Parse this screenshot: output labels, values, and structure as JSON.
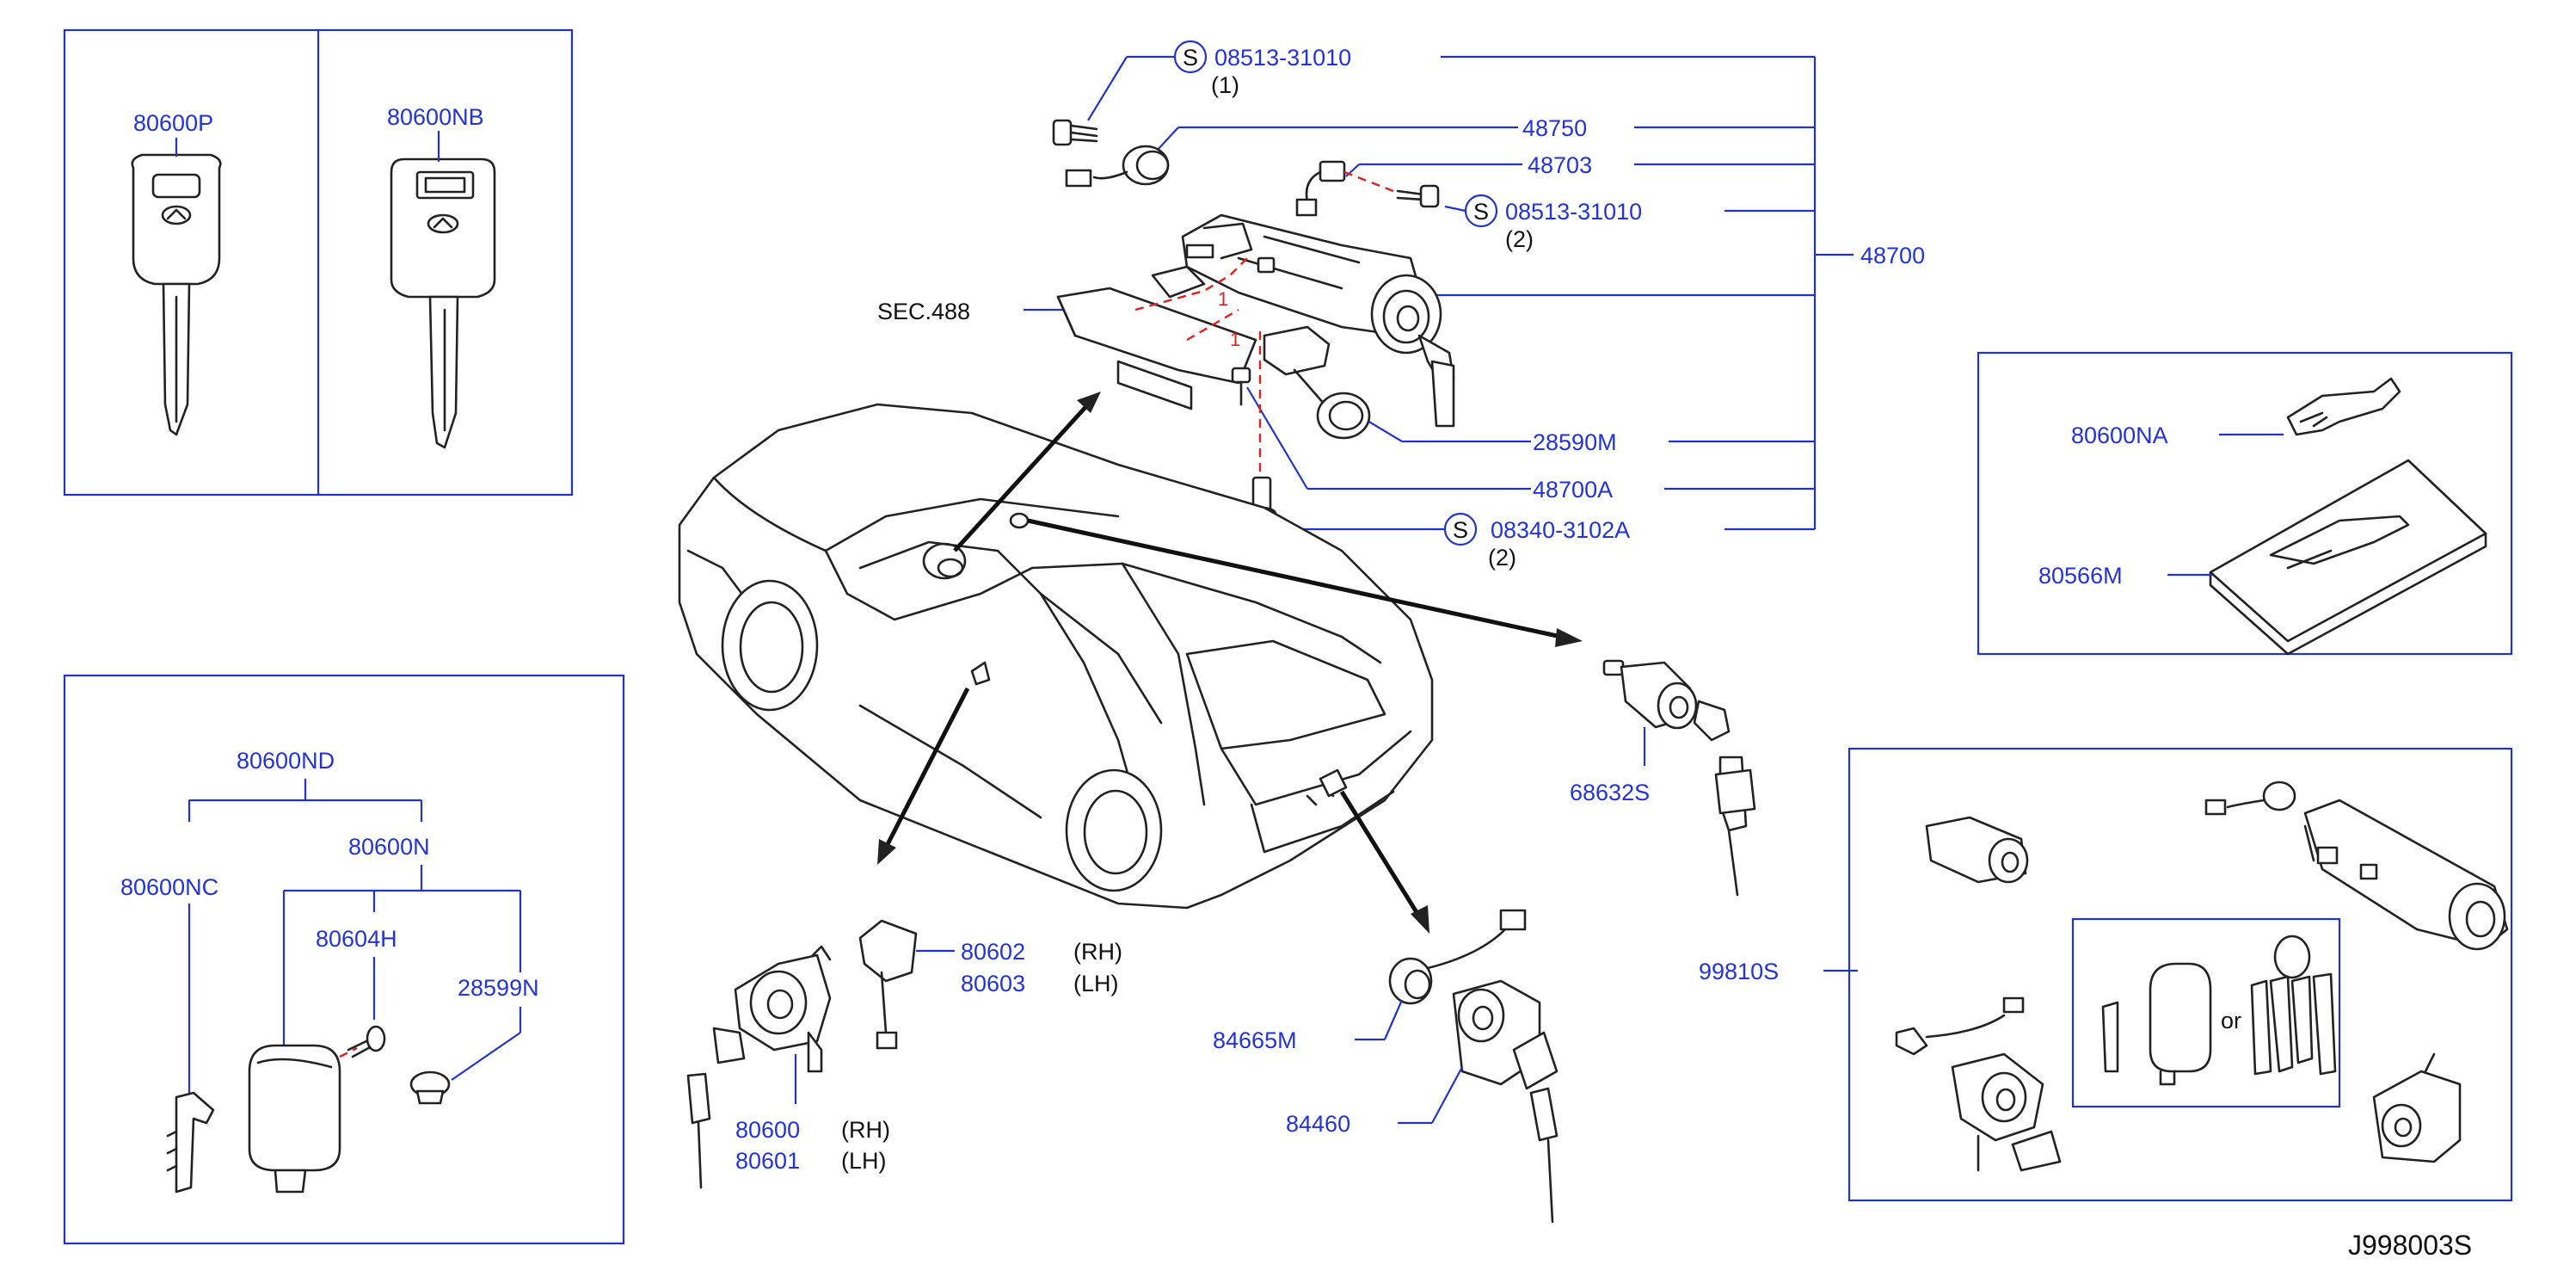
{
  "diagram_id": "J998003S",
  "colors": {
    "part_number": "#2233dd",
    "leader": "#2233cc",
    "line_art": "#222222",
    "dashed": "#dd2222"
  },
  "callouts": {
    "c_80600p": "80600P",
    "c_80600nb": "80600NB",
    "c_08513_a": "08513-31010",
    "c_08513_a_qty": "(1)",
    "c_48750": "48750",
    "c_48703": "48703",
    "c_08513_b": "08513-31010",
    "c_08513_b_qty": "(2)",
    "c_48700": "48700",
    "c_sec488": "SEC.488",
    "c_28590m": "28590M",
    "c_48700a": "48700A",
    "c_08340": "08340-3102A",
    "c_08340_qty": "(2)",
    "c_80600na": "80600NA",
    "c_80566m": "80566M",
    "c_80600nd": "80600ND",
    "c_80600nc": "80600NC",
    "c_80600n": "80600N",
    "c_80604h": "80604H",
    "c_28599n": "28599N",
    "c_68632s": "68632S",
    "c_99810s": "99810S",
    "c_or": "or",
    "c_80602": "80602",
    "c_80602_side": "(RH)",
    "c_80603": "80603",
    "c_80603_side": "(LH)",
    "c_80600": "80600",
    "c_80600_side": "(RH)",
    "c_80601": "80601",
    "c_80601_side": "(LH)",
    "c_84665m": "84665M",
    "c_84460": "84460",
    "s_mark": "S"
  }
}
